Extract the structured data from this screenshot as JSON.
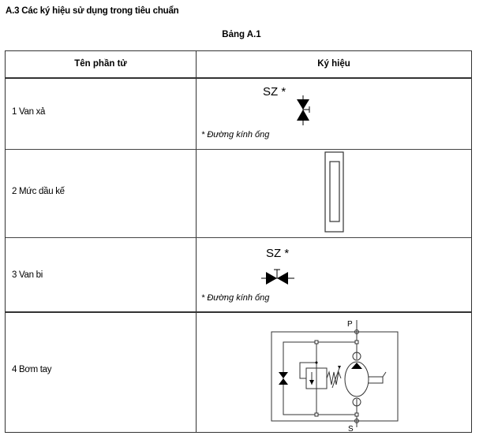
{
  "heading": "A.3  Các ký hiệu sử dụng trong tiêu chuẩn",
  "caption": "Bảng A.1",
  "table": {
    "headers": [
      "Tên phần tử",
      "Ký hiệu"
    ],
    "rows": [
      {
        "name": "1  Van xả",
        "symbol": "drain-valve-symbol",
        "label": "SZ *",
        "note": "*  Đường kính ống"
      },
      {
        "name": "2  Mức dầu kế",
        "symbol": "oil-level-gauge-symbol"
      },
      {
        "name": "3  Van bi",
        "symbol": "ball-valve-symbol",
        "label": "SZ *",
        "note": "* Đường kính ống"
      },
      {
        "name": "4  Bơm tay",
        "symbol": "hand-pump-circuit-symbol",
        "port_p": "P",
        "port_s": "S"
      }
    ]
  }
}
